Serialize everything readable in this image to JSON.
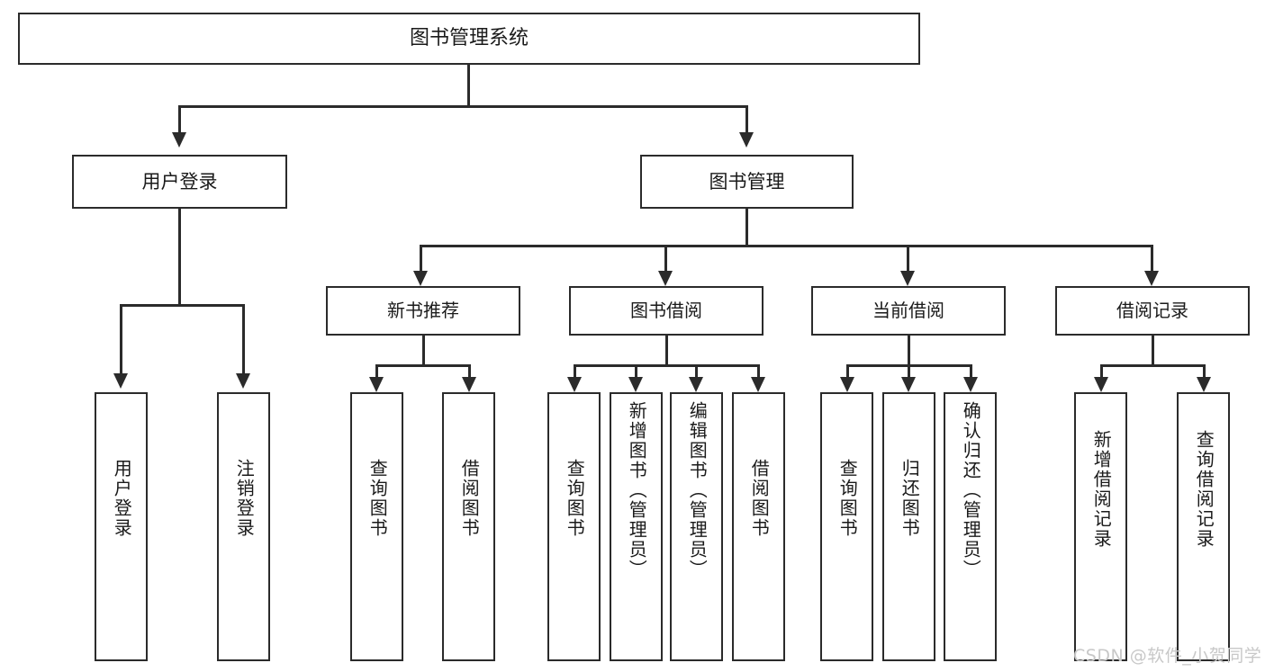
{
  "diagram": {
    "title": "图书管理系统",
    "type": "tree",
    "watermark": "CSDN @软件_小贺同学",
    "colors": {
      "stroke": "#2b2b2b",
      "fill": "#ffffff",
      "text": "#1a1a1a",
      "watermark": "#c8c8c8"
    },
    "root": {
      "label": "图书管理系统"
    },
    "level2": [
      {
        "label": "用户登录"
      },
      {
        "label": "图书管理"
      }
    ],
    "level3": [
      {
        "label": "新书推荐"
      },
      {
        "label": "图书借阅"
      },
      {
        "label": "当前借阅"
      },
      {
        "label": "借阅记录"
      }
    ],
    "leaves": {
      "user_login": [
        {
          "label": "用户登录"
        },
        {
          "label": "注销登录"
        }
      ],
      "new_book_recommend": [
        {
          "label": "查询图书"
        },
        {
          "label": "借阅图书"
        }
      ],
      "book_borrow": [
        {
          "label": "查询图书"
        },
        {
          "label": "新增图书（管理员）"
        },
        {
          "label": "编辑图书（管理员）"
        },
        {
          "label": "借阅图书"
        }
      ],
      "current_borrow": [
        {
          "label": "查询图书"
        },
        {
          "label": "归还图书"
        },
        {
          "label": "确认归还（管理员）"
        }
      ],
      "borrow_records": [
        {
          "label": "新增借阅记录"
        },
        {
          "label": "查询借阅记录"
        }
      ]
    }
  }
}
